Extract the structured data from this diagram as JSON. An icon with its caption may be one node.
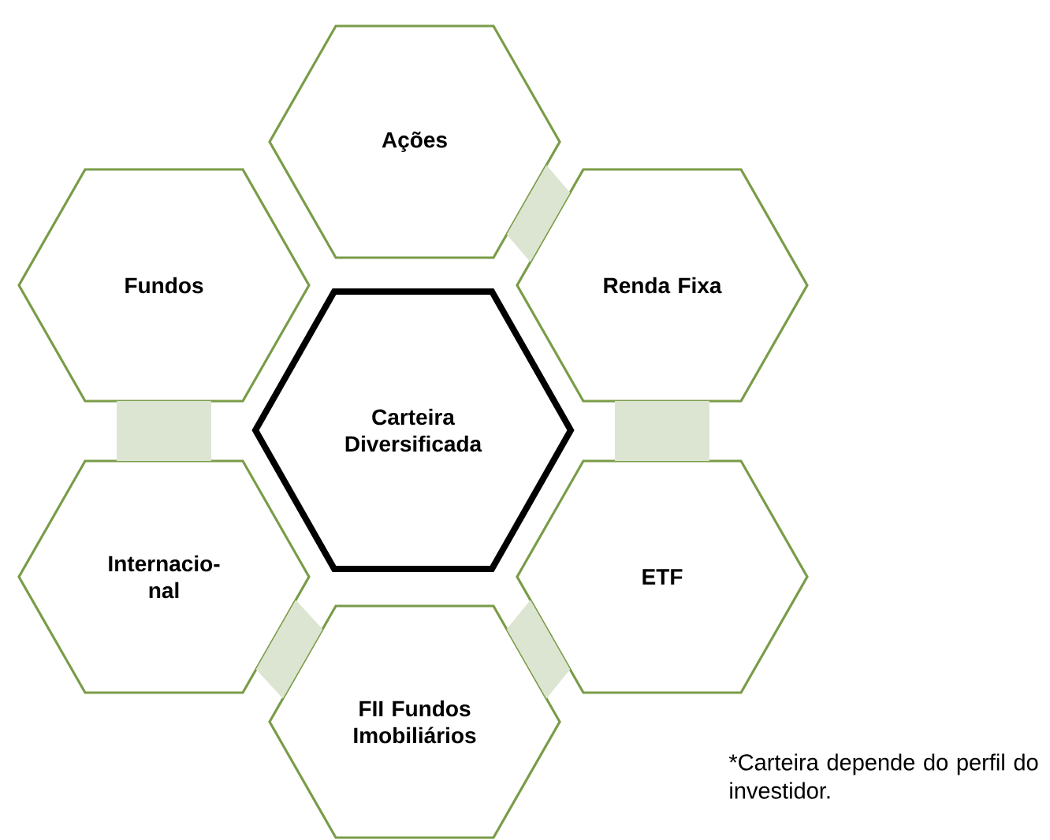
{
  "diagram": {
    "nodes": [
      {
        "text": [
          "Ações"
        ]
      },
      {
        "text": [
          "Fundos"
        ]
      },
      {
        "text": [
          "Renda Fixa"
        ]
      },
      {
        "text": [
          "Carteira Diversificada"
        ]
      },
      {
        "text": [
          "Internacio- nal"
        ]
      },
      {
        "text": [
          "ETF"
        ]
      },
      {
        "text": [
          "FII Fundos Imobiliários"
        ]
      }
    ],
    "edges": [
      {
        "from": 0,
        "to": 2,
        "arrow": "none"
      },
      {
        "from": 2,
        "to": 5,
        "arrow": "none"
      },
      {
        "from": 5,
        "to": 6,
        "arrow": "none"
      },
      {
        "from": 6,
        "to": 4,
        "arrow": "none"
      },
      {
        "from": 4,
        "to": 1,
        "arrow": "none"
      }
    ],
    "labels": [
      "*Carteira depende do perfil do investidor."
    ]
  }
}
